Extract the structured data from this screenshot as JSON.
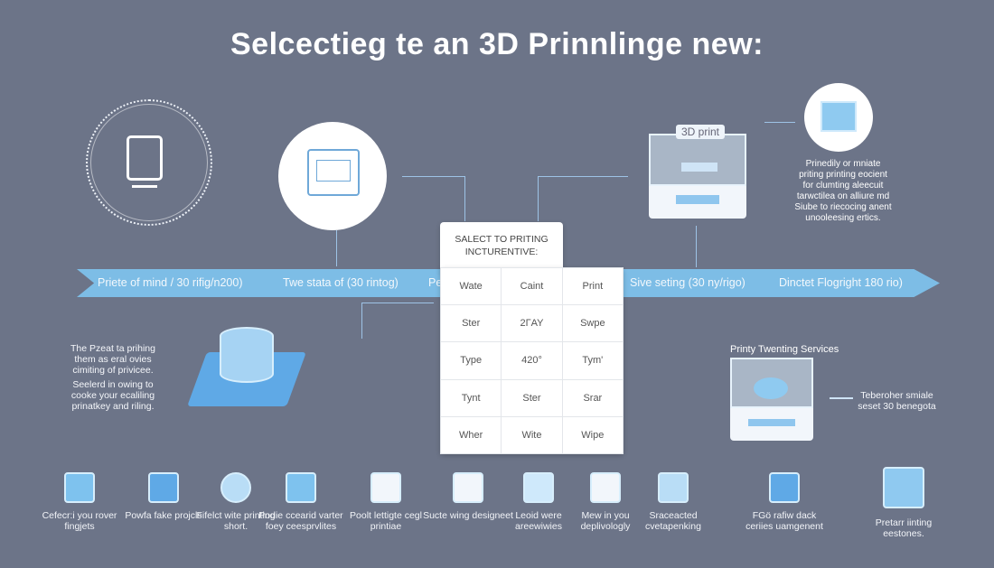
{
  "title": "Selcectieg te an 3D Prinnlinge new:",
  "printer_label": "3D print",
  "right_text": "Prinedily or mniate priting printing eocient for clumting aleecuit tarwctilea on alliure md Siube to riecocing anent unooleesing ertics.",
  "left_text_1": "The Pzeat ta prihing them as eral ovies cimiting of privicee.",
  "left_text_2": "Seelerd in owing to cooke your ecaliling prinatkey and riling.",
  "banner": [
    "Priete of mind / 30 rifig/n200)",
    "Twe stata of (30 rintog)",
    "Pe",
    "Sive seting (30 ny/rigo)",
    "Dinctet Flogright 180 rio)"
  ],
  "table": {
    "title": "SALECT TO PRITING INCTURENTIVE:",
    "rows": [
      [
        "Wate",
        "Caint",
        "Print"
      ],
      [
        "Ster",
        "2ΓAY",
        "Swpe"
      ],
      [
        "Type",
        "420°",
        "Tym'"
      ],
      [
        "Tynt",
        "Ster",
        "Srar"
      ],
      [
        "Wher",
        "Wite",
        "Wipe"
      ]
    ]
  },
  "services": {
    "title": "Printy Twenting Services",
    "side_text": "Teberoher smiale seset 30 benegota"
  },
  "bottom_items": [
    {
      "label": "Cefecr:i you rover fingjets",
      "color": "#7ec2ee"
    },
    {
      "label": "Powfa fake projcls",
      "color": "#5fa9e6"
    },
    {
      "label": "Fifelct wite printing short.",
      "color": "#b9ddf6"
    },
    {
      "label": "Podie ccearid varter foey ceesprvlites",
      "color": "#7ec2ee"
    },
    {
      "label": "Poolt lettigte cegl printiae",
      "color": "#f2f6fb"
    },
    {
      "label": "Sucte wing designeet",
      "color": "#f2f6fb"
    },
    {
      "label": "Leoid were areewiwies",
      "color": "#cfe9fb"
    },
    {
      "label": "Mew in you deplivologly",
      "color": "#f2f6fb"
    },
    {
      "label": "Sraceacted cvetapenking",
      "color": "#b9ddf6"
    },
    {
      "label": "FGö rafiw dack ceriies uamgenent",
      "color": "#5fa9e6"
    },
    {
      "label": "Pretarr iinting eestones.",
      "color": "#8fc9f0"
    }
  ]
}
